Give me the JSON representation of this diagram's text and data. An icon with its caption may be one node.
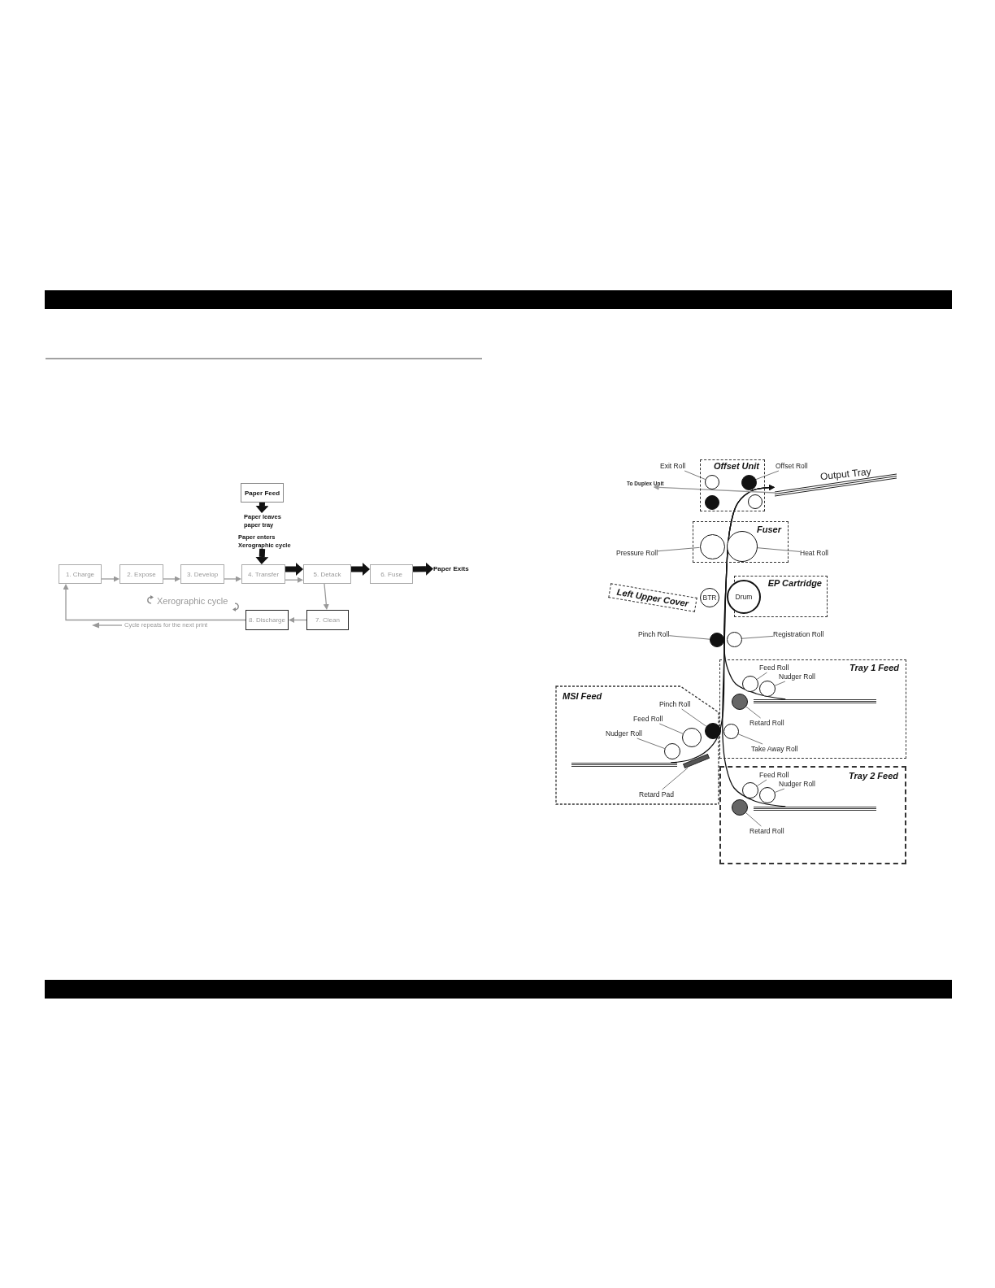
{
  "diagram": {
    "nodes": [
      {
        "text": [
          "Paper Feed"
        ]
      },
      {
        "text": [
          "Paper leaves paper tray"
        ]
      },
      {
        "text": [
          "Paper enters Xerographic cycle"
        ]
      },
      {
        "text": [
          "1. Charge"
        ]
      },
      {
        "text": [
          "2. Expose"
        ]
      },
      {
        "text": [
          "3. Develop"
        ]
      },
      {
        "text": [
          "4. Transfer"
        ]
      },
      {
        "text": [
          "5. Detack"
        ]
      },
      {
        "text": [
          "6. Fuse"
        ]
      },
      {
        "text": [
          "Paper Exits"
        ]
      },
      {
        "text": [
          "8. Discharge"
        ]
      },
      {
        "text": [
          "7. Clean"
        ]
      },
      {
        "text": [
          "Offset Unit"
        ]
      },
      {
        "text": [
          "Exit Roll"
        ]
      },
      {
        "text": [
          "Offset Roll"
        ]
      },
      {
        "text": [],
        "shape": "circle",
        "in": 12
      },
      {
        "text": [],
        "shape": "circle",
        "in": 12
      },
      {
        "text": [],
        "shape": "circle",
        "in": 12
      },
      {
        "text": [],
        "shape": "circle",
        "in": 12
      },
      {
        "text": [
          "Fuser"
        ]
      },
      {
        "text": [
          "Pressure Roll"
        ]
      },
      {
        "text": [
          "Heat Roll"
        ]
      },
      {
        "text": [],
        "shape": "circle",
        "in": 19
      },
      {
        "text": [],
        "shape": "circle",
        "in": 19
      },
      {
        "text": [
          "Left Upper Cover"
        ]
      },
      {
        "text": [
          "BTR"
        ]
      },
      {
        "text": [
          "EP Cartridge"
        ]
      },
      {
        "text": [
          "Drum"
        ],
        "in": 26
      },
      {
        "text": [
          "Pinch Roll"
        ]
      },
      {
        "text": [],
        "shape": "circle"
      },
      {
        "text": [],
        "shape": "circle"
      },
      {
        "text": [
          "Registration Roll"
        ]
      },
      {
        "text": [
          "Tray 1 Feed"
        ]
      },
      {
        "text": [
          "Feed Roll"
        ],
        "in": 32
      },
      {
        "text": [
          "Nudger Roll"
        ],
        "in": 32
      },
      {
        "text": [],
        "shape": "circle",
        "in": 32
      },
      {
        "text": [],
        "shape": "circle",
        "in": 32
      },
      {
        "text": [],
        "shape": "circle",
        "in": 32
      },
      {
        "text": [
          "Retard Roll"
        ],
        "in": 32
      },
      {
        "text": [],
        "shape": "circle",
        "in": 32
      },
      {
        "text": [
          "Take Away Roll"
        ],
        "in": 32
      },
      {
        "text": [
          "MSI Feed"
        ]
      },
      {
        "text": [
          "Pinch Roll"
        ],
        "in": 41
      },
      {
        "text": [
          "Feed Roll"
        ],
        "in": 41
      },
      {
        "text": [
          "Nudger Roll"
        ],
        "in": 41
      },
      {
        "text": [],
        "shape": "circle"
      },
      {
        "text": [],
        "shape": "circle",
        "in": 41
      },
      {
        "text": [],
        "shape": "circle",
        "in": 41
      },
      {
        "text": [],
        "shape": "bar",
        "in": 41
      },
      {
        "text": [
          "Retard Pad"
        ],
        "in": 41
      },
      {
        "text": [
          "Tray 2 Feed"
        ]
      },
      {
        "text": [
          "Feed Roll"
        ],
        "in": 50
      },
      {
        "text": [
          "Nudger Roll"
        ],
        "in": 50
      },
      {
        "text": [],
        "shape": "circle",
        "in": 50
      },
      {
        "text": [],
        "shape": "circle",
        "in": 50
      },
      {
        "text": [],
        "shape": "circle",
        "in": 50
      },
      {
        "text": [
          "Retard Roll"
        ],
        "in": 50
      },
      {
        "text": [],
        "shape": "bar",
        "in": 41
      },
      {
        "text": [],
        "shape": "bar",
        "in": 32
      },
      {
        "text": [],
        "shape": "bar",
        "in": 50
      },
      {
        "text": [
          "Output Tray"
        ]
      },
      {
        "text": [
          "To Duplex Unit"
        ]
      }
    ],
    "edges": [
      {
        "from": 0,
        "to": 1,
        "arrow": "to",
        "style": "thick",
        "color": "#111111"
      },
      {
        "from": 2,
        "to": 6,
        "arrow": "to",
        "style": "thick",
        "color": "#111111"
      },
      {
        "from": 3,
        "to": 4,
        "arrow": "to",
        "color": "#999999"
      },
      {
        "from": 4,
        "to": 5,
        "arrow": "to",
        "color": "#999999"
      },
      {
        "from": 5,
        "to": 6,
        "arrow": "to",
        "color": "#999999"
      },
      {
        "from": 6,
        "to": 7,
        "arrow": "to",
        "style": "thick",
        "color": "#111111"
      },
      {
        "from": 6,
        "to": 7,
        "arrow": "to",
        "color": "#999999"
      },
      {
        "from": 7,
        "to": 8,
        "arrow": "to",
        "style": "thick",
        "color": "#111111"
      },
      {
        "from": 8,
        "to": 9,
        "arrow": "to",
        "style": "thick",
        "color": "#111111"
      },
      {
        "from": 7,
        "to": 11,
        "arrow": "to",
        "color": "#999999"
      },
      {
        "from": 11,
        "to": 10,
        "arrow": "to",
        "color": "#999999"
      },
      {
        "from": 10,
        "to": 3,
        "arrow": "to",
        "color": "#999999"
      },
      {
        "from": 13,
        "to": 15,
        "arrow": "none"
      },
      {
        "from": 14,
        "to": 16,
        "arrow": "none"
      },
      {
        "from": 20,
        "to": 22,
        "arrow": "none"
      },
      {
        "from": 21,
        "to": 23,
        "arrow": "none"
      },
      {
        "from": 28,
        "to": 29,
        "arrow": "none"
      },
      {
        "from": 31,
        "to": 30,
        "arrow": "none"
      },
      {
        "from": 33,
        "to": 35,
        "arrow": "none"
      },
      {
        "from": 34,
        "to": 36,
        "arrow": "none"
      },
      {
        "from": 38,
        "to": 37,
        "arrow": "none"
      },
      {
        "from": 40,
        "to": 39,
        "arrow": "none"
      },
      {
        "from": 42,
        "to": 45,
        "arrow": "none"
      },
      {
        "from": 43,
        "to": 46,
        "arrow": "none"
      },
      {
        "from": 44,
        "to": 47,
        "arrow": "none"
      },
      {
        "from": 49,
        "to": 48,
        "arrow": "none"
      },
      {
        "from": 51,
        "to": 53,
        "arrow": "none"
      },
      {
        "from": 52,
        "to": 54,
        "arrow": "none"
      },
      {
        "from": 56,
        "to": 55,
        "arrow": "none"
      },
      {
        "from": 57,
        "to": 60,
        "arrow": "to",
        "color": "#111111"
      },
      {
        "from": 58,
        "to": 60,
        "arrow": "to",
        "color": "#111111"
      },
      {
        "from": 59,
        "to": 60,
        "arrow": "to",
        "color": "#111111"
      },
      {
        "from": 60,
        "to": 61,
        "arrow": "to",
        "color": "#999999"
      }
    ],
    "labels": [
      "Xerographic cycle",
      "Cycle repeats for the next print"
    ]
  }
}
